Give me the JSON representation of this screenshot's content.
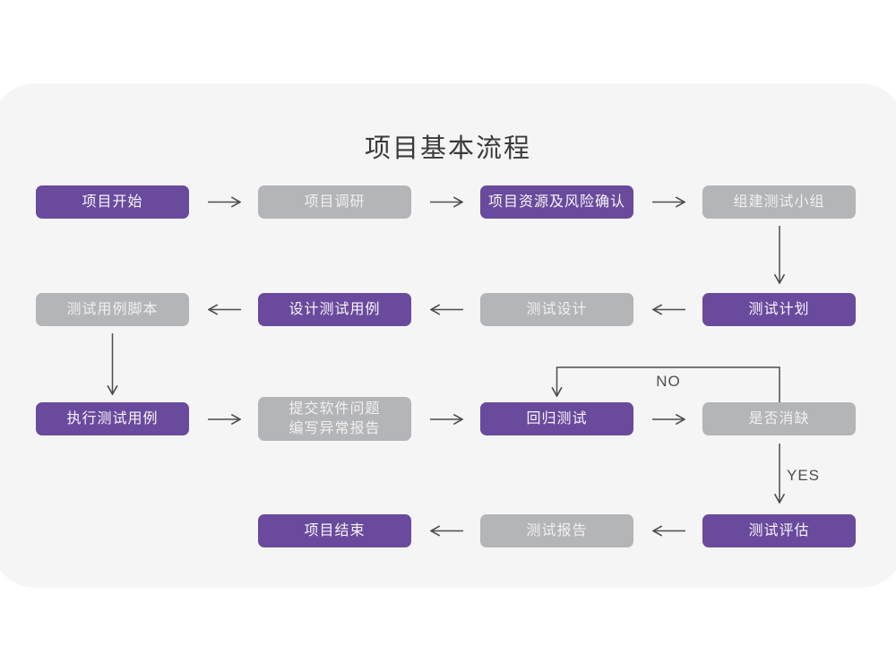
{
  "title": "项目基本流程",
  "nodes": [
    {
      "id": "project-start",
      "label": "项目开始",
      "variant": "purple"
    },
    {
      "id": "project-research",
      "label": "项目调研",
      "variant": "gray"
    },
    {
      "id": "project-resources-risk",
      "label": "项目资源及风险确认",
      "variant": "purple"
    },
    {
      "id": "build-test-team",
      "label": "组建测试小组",
      "variant": "gray"
    },
    {
      "id": "test-plan",
      "label": "测试计划",
      "variant": "purple"
    },
    {
      "id": "test-design",
      "label": "测试设计",
      "variant": "gray"
    },
    {
      "id": "design-test-cases",
      "label": "设计测试用例",
      "variant": "purple"
    },
    {
      "id": "test-case-script",
      "label": "测试用例脚本",
      "variant": "gray"
    },
    {
      "id": "execute-test-cases",
      "label": "执行测试用例",
      "variant": "purple"
    },
    {
      "id": "submit-issue-report",
      "lines": [
        "提交软件问题",
        "编写异常报告"
      ],
      "variant": "gray"
    },
    {
      "id": "regression-test",
      "label": "回归测试",
      "variant": "purple"
    },
    {
      "id": "defect-cleared",
      "label": "是否消缺",
      "variant": "gray"
    },
    {
      "id": "test-evaluation",
      "label": "测试评估",
      "variant": "purple"
    },
    {
      "id": "test-report",
      "label": "测试报告",
      "variant": "gray"
    },
    {
      "id": "project-end",
      "label": "项目结束",
      "variant": "purple"
    }
  ],
  "edge_labels": {
    "no": "NO",
    "yes": "YES"
  },
  "colors": {
    "purple": "#6a4a9c",
    "gray": "#b4b5b7",
    "arrow": "#4d4d4d",
    "card": "#f5f5f6",
    "ink": "#3a3a3a"
  }
}
